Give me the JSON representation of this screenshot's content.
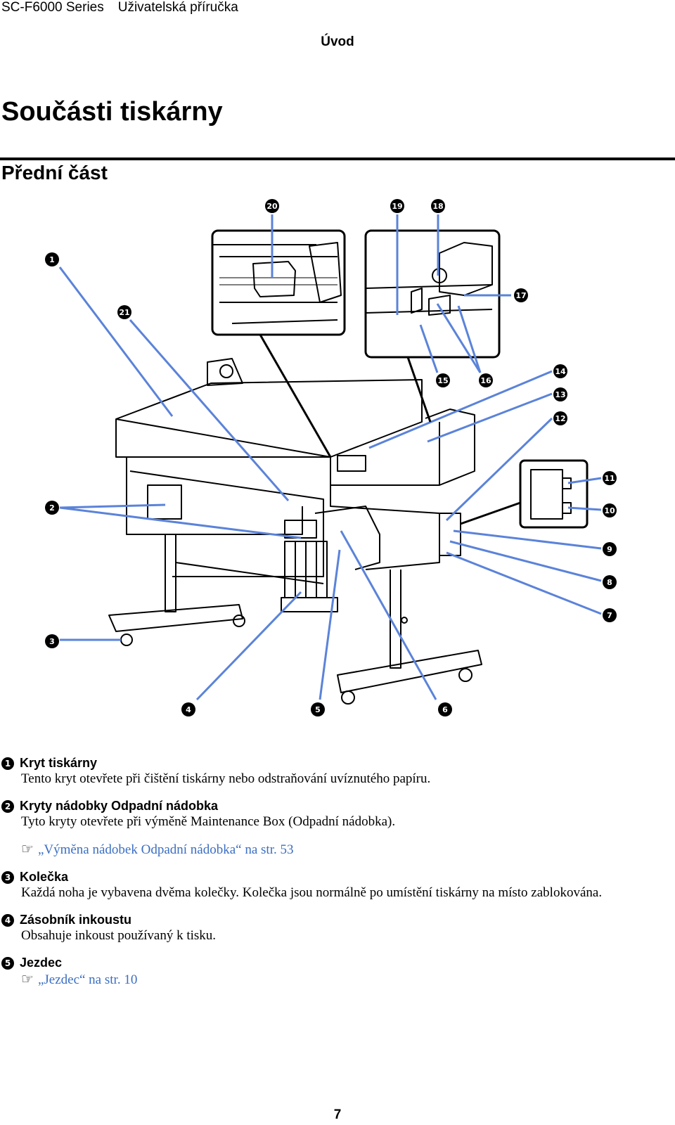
{
  "header": {
    "series": "SC-F6000 Series",
    "manual": "Uživatelská příručka"
  },
  "chapter": "Úvod",
  "page_title": "Součásti tiskárny",
  "section_title": "Přední část",
  "figure": {
    "callouts": [
      "1",
      "2",
      "3",
      "4",
      "5",
      "6",
      "7",
      "8",
      "9",
      "10",
      "11",
      "12",
      "13",
      "14",
      "15",
      "16",
      "17",
      "18",
      "19",
      "20",
      "21"
    ],
    "leader_color": "#5b83d9",
    "badge_color": "#000000"
  },
  "items": [
    {
      "num": "1",
      "title": "Kryt tiskárny",
      "desc": "Tento kryt otevřete při čištění tiskárny nebo odstraňování uvíznutého papíru."
    },
    {
      "num": "2",
      "title": "Kryty nádobky Odpadní nádobka",
      "desc": "Tyto kryty otevřete při výměně Maintenance Box (Odpadní nádobka).",
      "link": "„Výměna nádobek Odpadní nádobka“ na str. 53"
    },
    {
      "num": "3",
      "title": "Kolečka",
      "desc": "Každá noha je vybavena dvěma kolečky. Kolečka jsou normálně po umístění tiskárny na místo zablokována."
    },
    {
      "num": "4",
      "title": "Zásobník inkoustu",
      "desc": "Obsahuje inkoust používaný k tisku."
    },
    {
      "num": "5",
      "title": "Jezdec",
      "link": "„Jezdec“ na str. 10"
    }
  ],
  "link_color": "#3b6ec3",
  "page_number": "7"
}
